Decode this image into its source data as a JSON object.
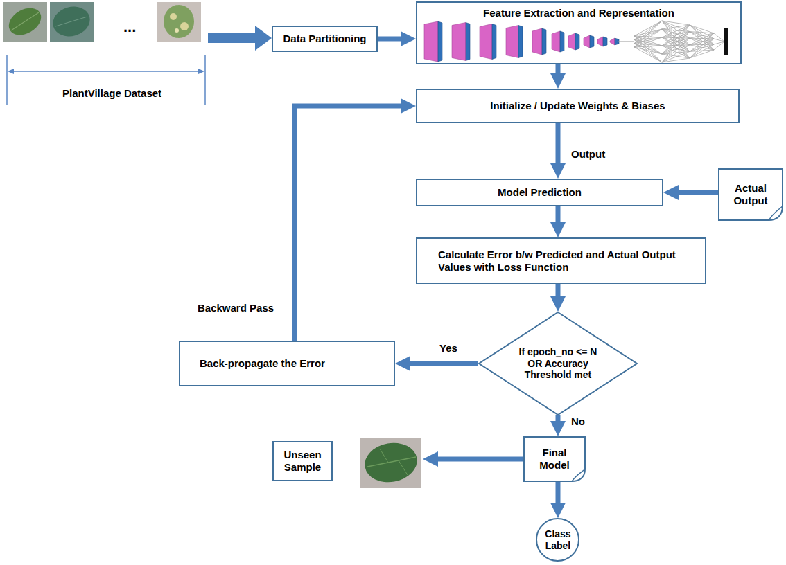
{
  "diagram": {
    "nodes": [
      {
        "text": [
          "Data Partitioning"
        ]
      },
      {
        "text": [
          "Feature Extraction and Representation"
        ]
      },
      {
        "text": [
          "Initialize / Update Weights & Biases"
        ]
      },
      {
        "text": [
          "Model Prediction"
        ]
      },
      {
        "text": [
          "Actual Output"
        ]
      },
      {
        "text": [
          "Calculate Error b/w Predicted and Actual Output Values with Loss Function"
        ]
      },
      {
        "text": [
          "If epoch_no <= N OR Accuracy Threshold met"
        ]
      },
      {
        "text": [
          "Back-propagate the Error"
        ]
      },
      {
        "text": [
          "Final Model"
        ]
      },
      {
        "text": [
          "Unseen Sample"
        ]
      },
      {
        "text": [
          "Class Label"
        ]
      }
    ],
    "edges": [
      {
        "from": 0,
        "to": 1,
        "arrow": "to"
      },
      {
        "from": 1,
        "to": 2,
        "arrow": "to"
      },
      {
        "from": 2,
        "to": 3,
        "label": "Output",
        "arrow": "to"
      },
      {
        "from": 4,
        "to": 3,
        "arrow": "to"
      },
      {
        "from": 3,
        "to": 5,
        "arrow": "to"
      },
      {
        "from": 5,
        "to": 6,
        "arrow": "to"
      },
      {
        "from": 6,
        "to": 7,
        "label": "Yes",
        "arrow": "to"
      },
      {
        "from": 7,
        "to": 2,
        "label": "Backward Pass",
        "arrow": "to"
      },
      {
        "from": 6,
        "to": 8,
        "label": "No",
        "arrow": "to"
      },
      {
        "from": 8,
        "to": 9,
        "arrow": "to"
      },
      {
        "from": 8,
        "to": 10,
        "arrow": "to"
      }
    ],
    "labels": [
      "...",
      "PlantVillage Dataset"
    ]
  }
}
